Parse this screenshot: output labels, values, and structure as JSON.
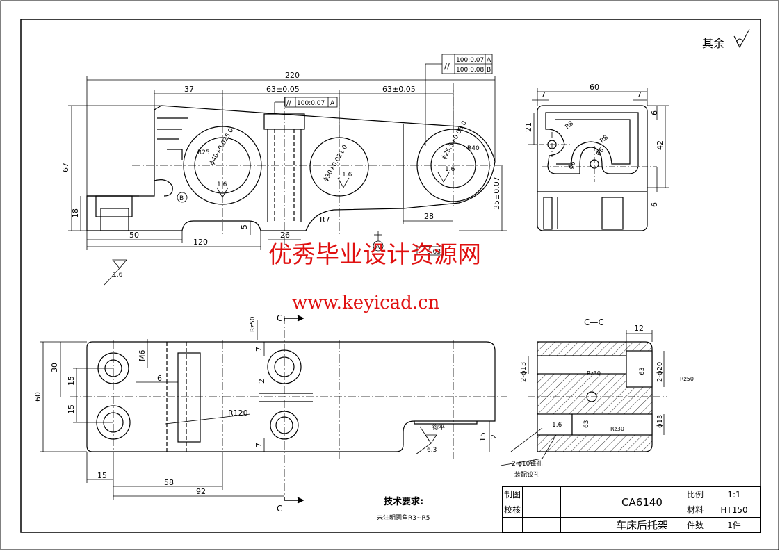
{
  "surface_roughness_rest": "其余",
  "front_view": {
    "dims": {
      "overall_length": "220",
      "d37": "37",
      "d63_1": "63±0.05",
      "d63_2": "63±0.05",
      "height_67": "67",
      "height_18": "18",
      "base_50": "50",
      "base_120": "120",
      "d26": "26",
      "d5": "5",
      "d28": "28",
      "d35": "35±0.07",
      "r7": "R7",
      "r25": "R25",
      "bore1": "ϕ40+0.025 0",
      "bore2": "ϕ30+0.021 0",
      "bore3": "ϕ25.5+0.05 0",
      "r40": "R40",
      "rough_16a": "1.6",
      "rough_16b": "1.6",
      "rough_16c": "1.6",
      "rough_16d": "1.6",
      "datum_b": "B",
      "datum_a": "A",
      "ref_003": "0.03"
    },
    "tolerances": {
      "row1": "100:0.07",
      "row1_ref": "A",
      "row2": "100:0.08",
      "row2_ref": "B",
      "mid": "100:0.07",
      "mid_ref": "A"
    }
  },
  "side_view": {
    "d60": "60",
    "d7": "7",
    "d7b": "7",
    "d21": "21",
    "d42": "42",
    "d6a": "6",
    "d6b": "6",
    "r8a": "R8",
    "r8b": "R8",
    "phi6a": "ϕ6",
    "phi6b": "ϕ6"
  },
  "top_view": {
    "d30": "30",
    "d15a": "15",
    "d15b": "15",
    "d60": "60",
    "m6": "M6",
    "d6": "6",
    "d7a": "7",
    "d7b": "7",
    "d2": "2",
    "r120": "R120",
    "rz50": "Rz50",
    "c_top": "C",
    "c_bottom": "C",
    "d15c": "15",
    "d58": "58",
    "d92": "92",
    "d15d": "15",
    "d2b": "2",
    "lock_note": "锪平",
    "r63": "6.3"
  },
  "section_view": {
    "title": "C—C",
    "d12": "12",
    "phi13a": "2-ϕ13",
    "phi20": "2-ϕ20",
    "phi13b": "ϕ13",
    "d63a": "63",
    "d63b": "63",
    "rz30a": "Rz30",
    "rz30b": "Rz30",
    "rz50": "Rz50",
    "r16": "1.6",
    "hole_note": "2-ϕ10锥孔",
    "hole_note2": "装配铰孔"
  },
  "tech_req": {
    "title": "技术要求:",
    "line1": "未注明圆角R3~R5"
  },
  "watermark": {
    "line1": "优秀毕业设计资源网",
    "line2": "www.keyicad.cn"
  },
  "title_block": {
    "drawn": "制图",
    "checked": "校核",
    "part_no": "CA6140",
    "part_name": "车床后托架",
    "scale_label": "比例",
    "scale": "1:1",
    "material_label": "材料",
    "material": "HT150",
    "qty_label": "件数",
    "qty": "1件"
  }
}
